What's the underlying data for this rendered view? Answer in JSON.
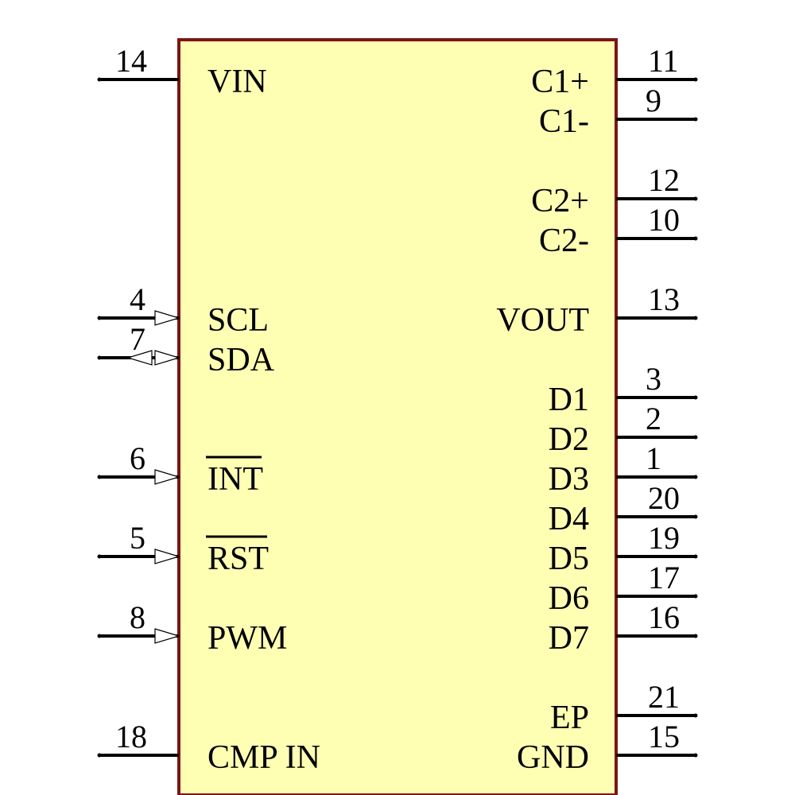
{
  "colors": {
    "body_fill": "#ffffb4",
    "body_stroke": "#7a1616",
    "pin": "#000000",
    "background": "#ffffff"
  },
  "left_pins": [
    {
      "num": "14",
      "label": "VIN",
      "arrow": "none",
      "overbar": false
    },
    {
      "num": "4",
      "label": "SCL",
      "arrow": "in",
      "overbar": false
    },
    {
      "num": "7",
      "label": "SDA",
      "arrow": "bidir",
      "overbar": false
    },
    {
      "num": "6",
      "label": "INT",
      "arrow": "in",
      "overbar": true
    },
    {
      "num": "5",
      "label": "RST",
      "arrow": "in",
      "overbar": true
    },
    {
      "num": "8",
      "label": "PWM",
      "arrow": "in",
      "overbar": false
    },
    {
      "num": "18",
      "label": "CMP IN",
      "arrow": "none",
      "overbar": false
    }
  ],
  "right_pins": [
    {
      "num": "11",
      "label": "C1+"
    },
    {
      "num": "9",
      "label": "C1-"
    },
    {
      "num": "12",
      "label": "C2+"
    },
    {
      "num": "10",
      "label": "C2-"
    },
    {
      "num": "13",
      "label": "VOUT"
    },
    {
      "num": "3",
      "label": "D1"
    },
    {
      "num": "2",
      "label": "D2"
    },
    {
      "num": "1",
      "label": "D3"
    },
    {
      "num": "20",
      "label": "D4"
    },
    {
      "num": "19",
      "label": "D5"
    },
    {
      "num": "17",
      "label": "D6"
    },
    {
      "num": "16",
      "label": "D7"
    },
    {
      "num": "21",
      "label": "EP"
    },
    {
      "num": "15",
      "label": "GND"
    }
  ]
}
